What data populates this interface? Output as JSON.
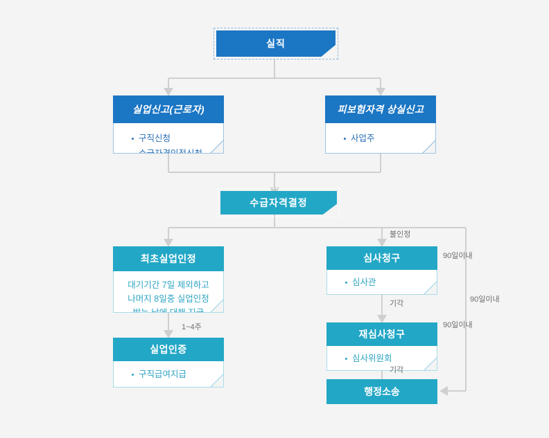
{
  "diagram": {
    "title_node": {
      "label": "실직"
    },
    "decision_node": {
      "label": "수급자격결정"
    },
    "nodes": {
      "unemployment_report": {
        "header": "실업신고(근로자)",
        "bullets": [
          "구직신청",
          "수급자격인정신청"
        ]
      },
      "insured_loss_report": {
        "header": "피보험자격 상실신고",
        "bullets": [
          "사업주"
        ]
      },
      "first_recognition": {
        "header": "최초실업인정",
        "lines": [
          "대기기간 7일 제외하고",
          "나머지 8일중 실업인정",
          "받는 날에 대해 지급"
        ]
      },
      "unemployment_certification": {
        "header": "실업인증",
        "bullets": [
          "구직급여지급"
        ]
      },
      "review_request": {
        "header": "심사청구",
        "bullets": [
          "심사관"
        ]
      },
      "reexamination_request": {
        "header": "재심사청구",
        "bullets": [
          "심사위원회"
        ]
      },
      "administrative_litigation": {
        "header": "행정소송"
      }
    },
    "edge_labels": {
      "one_to_four_weeks": "1~4주",
      "not_recognized": "불인정",
      "dismissed_1": "기각",
      "dismissed_2": "기각",
      "within_90_days_1": "90일이내",
      "within_90_days_2": "90일이내",
      "within_90_days_3": "90일이내"
    },
    "colors": {
      "background": "#f4f4f4",
      "blue": "#1b76c4",
      "blue_text": "#2a6fb5",
      "blue_border": "#9cc4e4",
      "cyan": "#23a7c6",
      "cyan_text": "#2ba3c2",
      "cyan_border": "#a8dbe8",
      "connector": "#cfcfcf",
      "label_text": "#6d6d6d"
    }
  }
}
